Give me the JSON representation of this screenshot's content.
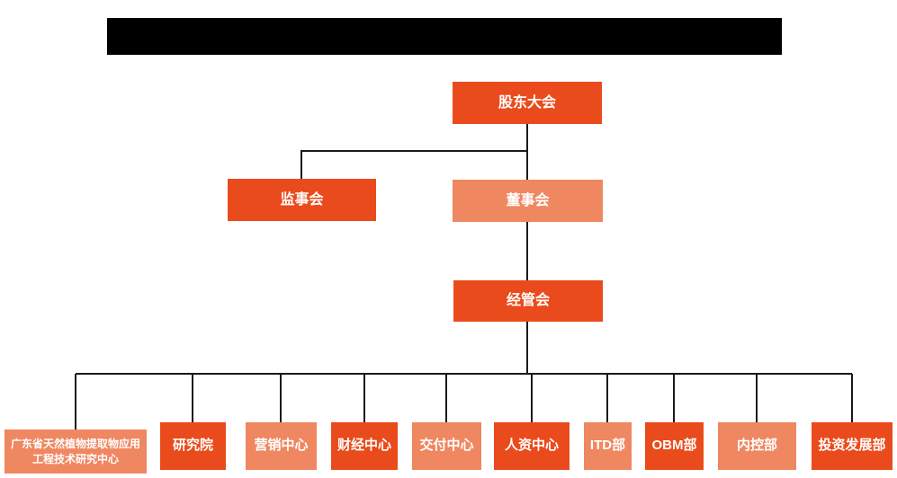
{
  "title_bar": {
    "redacted": true,
    "text": ""
  },
  "colors": {
    "node_primary": "#EA4B1C",
    "node_secondary": "#EF8761",
    "connector_line": "#1A1A1A",
    "node_text": "#FFFFFF",
    "redaction": "#000000",
    "background": "#FFFFFF"
  },
  "org_chart": {
    "level1": [
      {
        "id": "shareholders-meeting",
        "label": "股东大会"
      }
    ],
    "level2": [
      {
        "id": "supervisory-board",
        "label": "监事会",
        "reports_to": "股东大会"
      },
      {
        "id": "board-of-directors",
        "label": "董事会",
        "reports_to": "股东大会"
      }
    ],
    "level3": [
      {
        "id": "management-committee",
        "label": "经管会",
        "reports_to": "董事会"
      }
    ],
    "level4": [
      {
        "id": "guangdong-research-center",
        "label": "广东省天然植物提取物应用工程技术研究中心",
        "reports_to": "经管会"
      },
      {
        "id": "research-institute",
        "label": "研究院",
        "reports_to": "经管会"
      },
      {
        "id": "marketing-center",
        "label": "营销中心",
        "reports_to": "经管会"
      },
      {
        "id": "finance-center",
        "label": "财经中心",
        "reports_to": "经管会"
      },
      {
        "id": "delivery-center",
        "label": "交付中心",
        "reports_to": "经管会"
      },
      {
        "id": "hr-center",
        "label": "人资中心",
        "reports_to": "经管会"
      },
      {
        "id": "itd-department",
        "label": "ITD部",
        "reports_to": "经管会"
      },
      {
        "id": "obm-department",
        "label": "OBM部",
        "reports_to": "经管会"
      },
      {
        "id": "internal-control-department",
        "label": "内控部",
        "reports_to": "经管会"
      },
      {
        "id": "investment-development-department",
        "label": "投资发展部",
        "reports_to": "经管会"
      }
    ]
  }
}
